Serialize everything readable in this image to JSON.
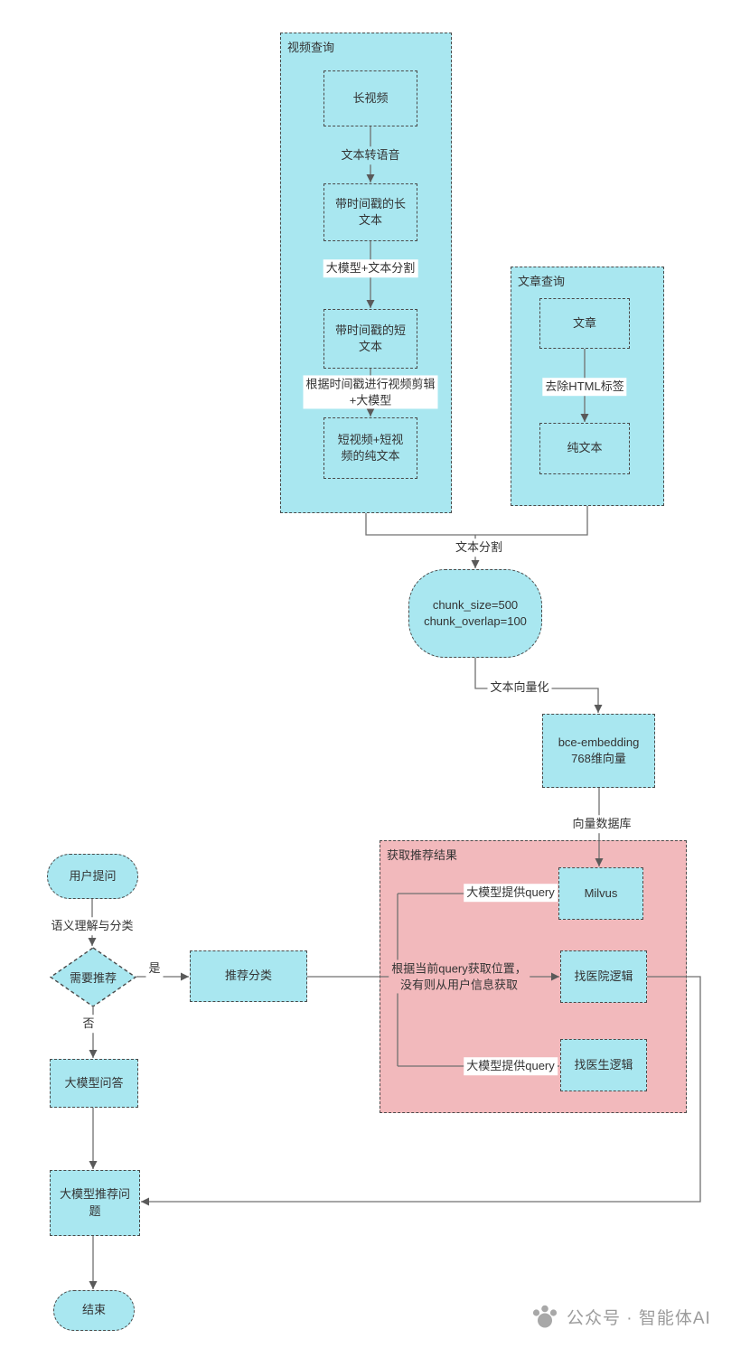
{
  "colors": {
    "node_fill_cyan": "#a9e7f0",
    "container_fill_pink": "#f2b9bc",
    "dashed_border": "#4a4a4a",
    "connector_line": "#707070",
    "text": "#333333",
    "watermark_text": "#9c9c9c"
  },
  "containers": {
    "video_query": {
      "title": "视频查询"
    },
    "article_query": {
      "title": "文章查询"
    },
    "recommendation": {
      "title": "获取推荐结果"
    }
  },
  "nodes": {
    "long_video": "长视频",
    "ts_long_text": "带时间戳的长\n文本",
    "ts_short_text": "带时间戳的短\n文本",
    "short_video_plain_text": "短视频+短视\n频的纯文本",
    "article": "文章",
    "plain_text": "纯文本",
    "chunk_params": "chunk_size=500\nchunk_overlap=100",
    "bce_embedding": "bce-embedding\n768维向量",
    "milvus": "Milvus",
    "hospital_logic": "找医院逻辑",
    "doctor_logic": "找医生逻辑",
    "user_question": "用户提问",
    "need_recommend": "需要推荐",
    "recommend_classify": "推荐分类",
    "llm_qa": "大模型问答",
    "llm_recommend_question": "大模型推荐问\n题",
    "end": "结束"
  },
  "edge_labels": {
    "tts": "文本转语音",
    "llm_text_split": "大模型+文本分割",
    "video_clip": "根据时间戳进行视频剪辑\n+大模型",
    "remove_html": "去除HTML标签",
    "text_split": "文本分割",
    "vectorize": "文本向量化",
    "vector_db": "向量数据库",
    "semantic": "语义理解与分类",
    "yes": "是",
    "no": "否",
    "query_for_milvus": "大模型提供query",
    "query_location": "根据当前query获取位置，\n没有则从用户信息获取",
    "query_for_doctor": "大模型提供query"
  },
  "watermark": {
    "text": "公众号 · 智能体AI"
  }
}
